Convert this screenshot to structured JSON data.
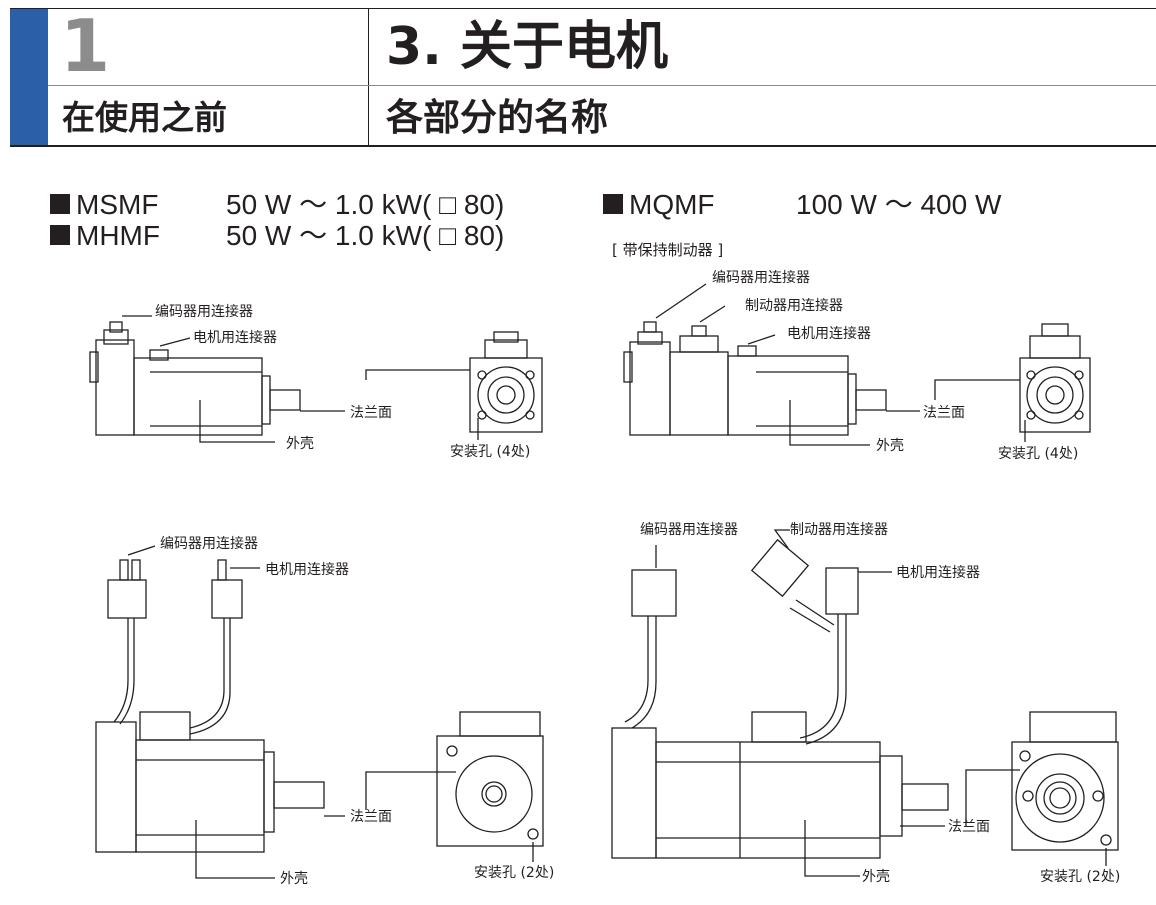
{
  "header": {
    "chapter_number": "1",
    "chapter_title": "在使用之前",
    "section_title": "3. 关于电机",
    "section_subtitle": "各部分的名称"
  },
  "models": {
    "left": [
      {
        "name": "MSMF",
        "range": "50 W ～ 1.0 kW( □ 80)"
      },
      {
        "name": "MHMF",
        "range": "50 W ～ 1.0 kW( □ 80)"
      }
    ],
    "right": [
      {
        "name": "MQMF",
        "range": "100 W ～ 400 W"
      }
    ],
    "brake_note": "[ 带保持制动器 ]"
  },
  "labels": {
    "encoder_connector": "编码器用连接器",
    "motor_connector": "电机用连接器",
    "brake_connector": "制动器用连接器",
    "flange": "法兰面",
    "housing": "外壳",
    "mount_hole_4": "安装孔 (4处)",
    "mount_hole_2": "安装孔 (2处)"
  },
  "colors": {
    "accent_bar": "#2b5fa8",
    "chapter_number": "#8c8c8c",
    "line": "#231f20"
  }
}
